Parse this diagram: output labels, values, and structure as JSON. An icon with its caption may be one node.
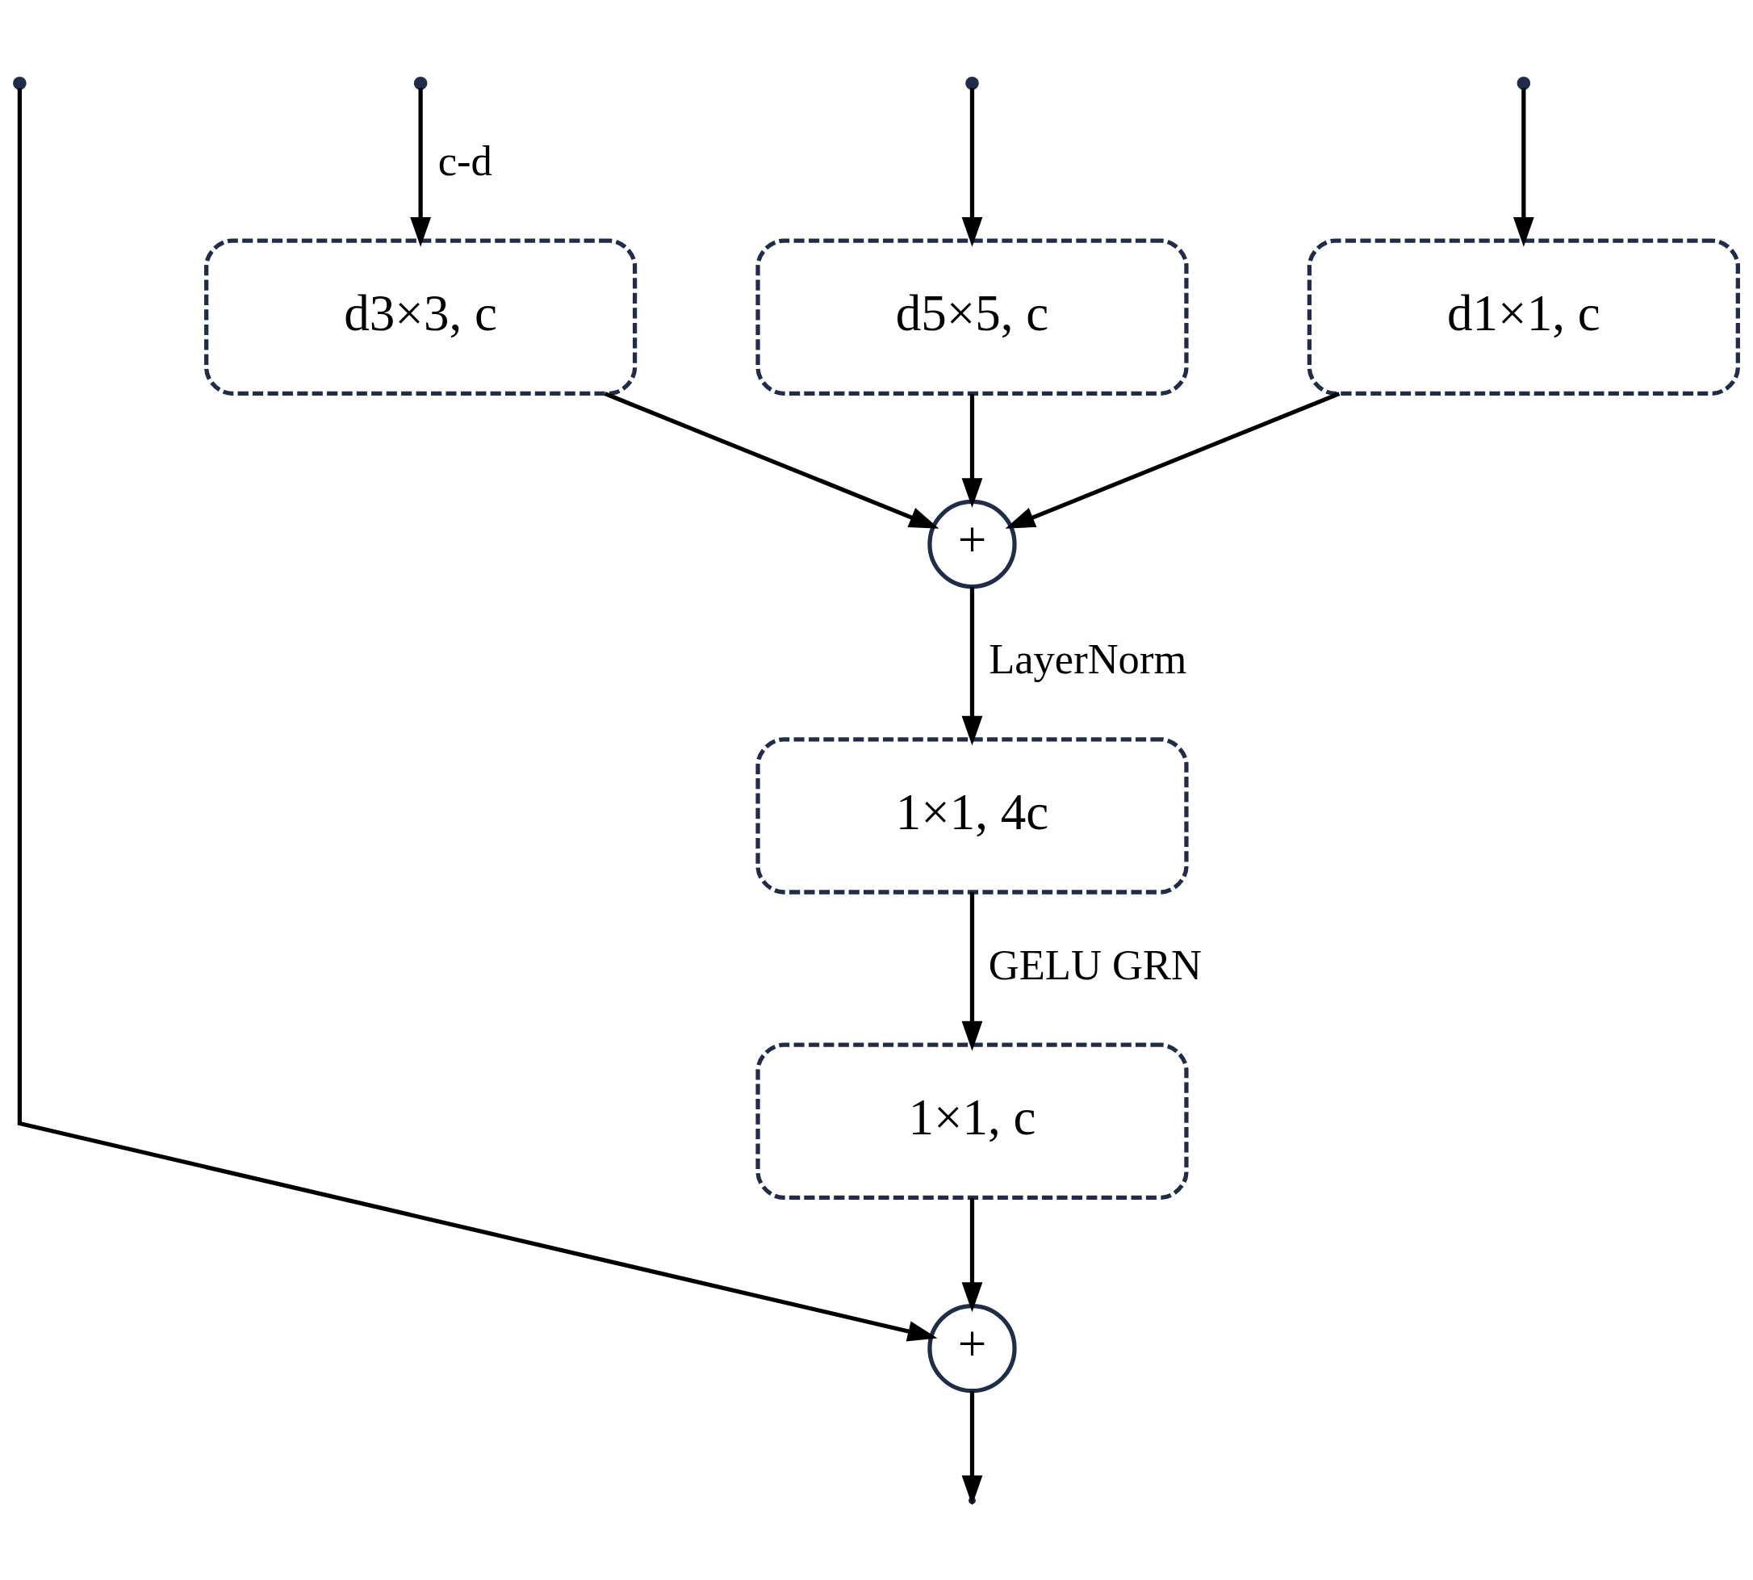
{
  "diagram": {
    "nodes": [
      {
        "text": [
          "d1×1, c"
        ]
      },
      {
        "text": [
          "d3×3, c"
        ]
      },
      {
        "text": [
          "d5×5, c"
        ]
      },
      {
        "text": [
          "+"
        ]
      },
      {
        "text": [
          "1×1, 4c"
        ]
      },
      {
        "text": [
          "1×1, c"
        ]
      },
      {
        "text": [
          "+"
        ]
      }
    ],
    "edges": [
      {
        "from": null,
        "to": 0,
        "arrow": "to"
      },
      {
        "from": null,
        "to": 1,
        "arrow": "to",
        "label": "c-d"
      },
      {
        "from": null,
        "to": 2,
        "arrow": "to"
      },
      {
        "from": null,
        "to": 6,
        "arrow": "to"
      },
      {
        "from": 0,
        "to": 3,
        "arrow": "to"
      },
      {
        "from": 1,
        "to": 3,
        "arrow": "to"
      },
      {
        "from": 2,
        "to": 3,
        "arrow": "to"
      },
      {
        "from": 3,
        "to": 4,
        "arrow": "to",
        "label": "LayerNorm"
      },
      {
        "from": 4,
        "to": 5,
        "arrow": "to",
        "label": "GELU GRN"
      },
      {
        "from": 5,
        "to": 6,
        "arrow": "to"
      },
      {
        "from": 6,
        "to": null,
        "arrow": "to"
      }
    ]
  }
}
